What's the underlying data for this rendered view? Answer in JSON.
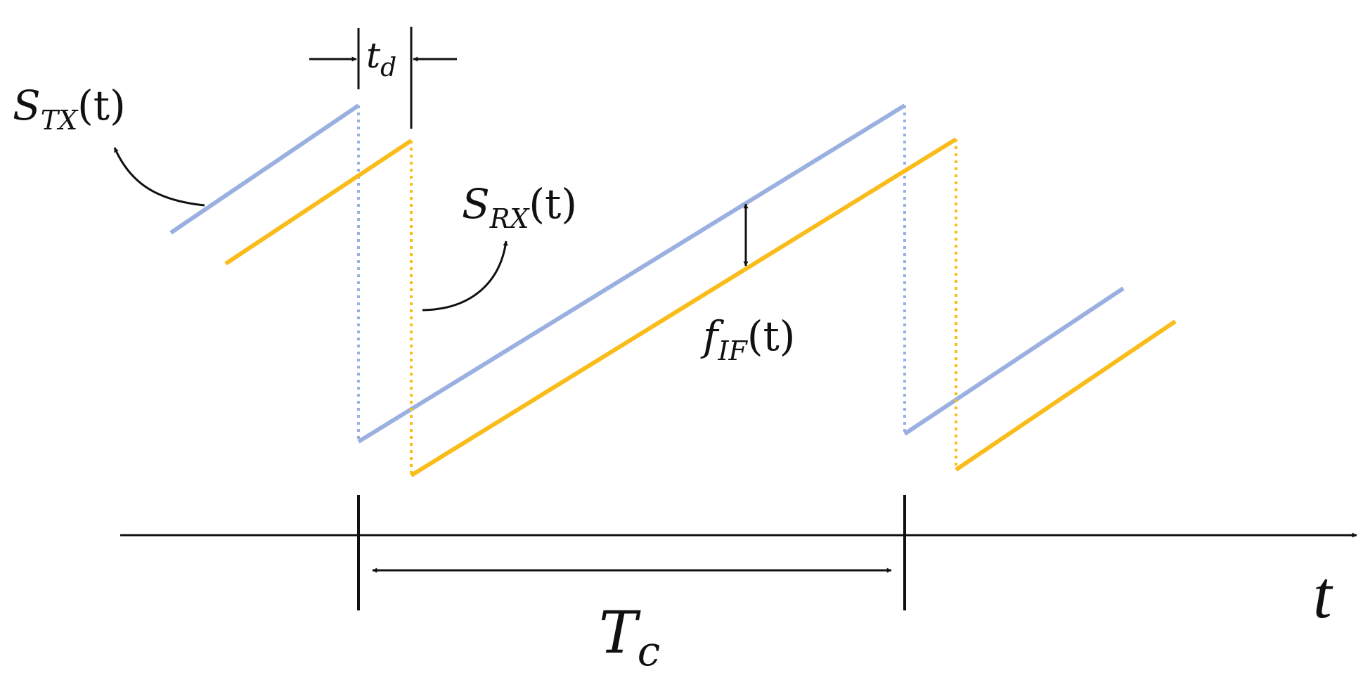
{
  "colors": {
    "tx": "#9AB0E0",
    "rx": "#F9BC1A",
    "ink": "#111111",
    "background": "#FFFFFF"
  },
  "labels": {
    "s_tx": {
      "base": "S",
      "sub": "TX",
      "arg": "(t)"
    },
    "s_rx": {
      "base": "S",
      "sub": "RX",
      "arg": "(t)"
    },
    "f_if": {
      "base": "f",
      "sub": "IF",
      "arg": "(t)"
    },
    "t_d": {
      "base": "t",
      "sub": "d"
    },
    "t_c": {
      "base": "T",
      "sub": "c"
    },
    "t_axis": "t"
  }
}
